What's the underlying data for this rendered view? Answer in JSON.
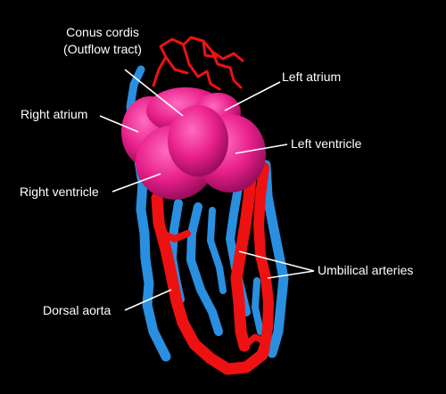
{
  "labels": {
    "conus_line1": "Conus cordis",
    "conus_line2": "(Outflow tract)",
    "left_atrium": "Left atrium",
    "right_atrium": "Right atrium",
    "left_ventricle": "Left ventricle",
    "right_ventricle": "Right ventricle",
    "umbilical_arteries": "Umbilical arteries",
    "dorsal_aorta": "Dorsal aorta"
  },
  "colors": {
    "background": "#000000",
    "heart": "#e8208a",
    "arteries": "#ee1111",
    "veins": "#2a8fe0",
    "text": "#ffffff"
  }
}
